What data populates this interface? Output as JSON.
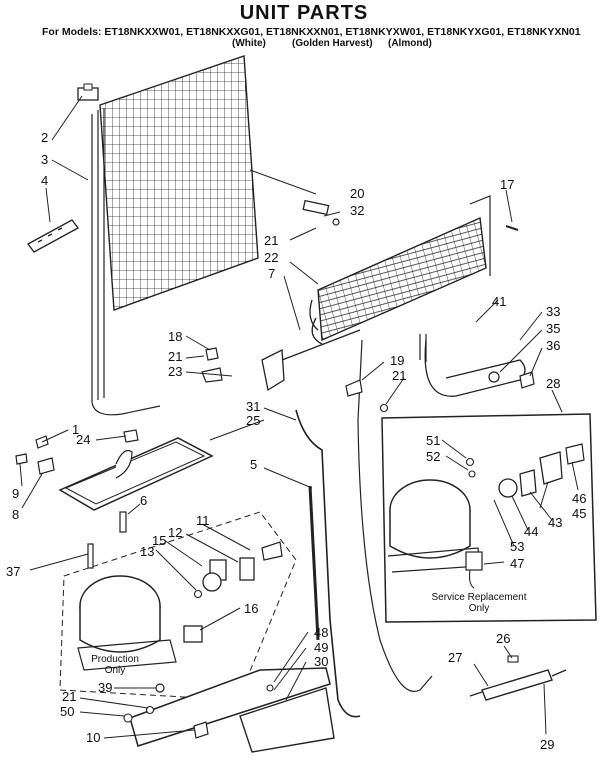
{
  "header": {
    "title": "UNIT PARTS",
    "models_line": "For Models: ET18NKXXW01, ET18NKXXG01, ET18NKXXN01, ET18NKYXW01, ET18NKYXG01, ET18NKYXN01",
    "color_labels": [
      "(White)",
      "(Golden Harvest)",
      "(Almond)"
    ]
  },
  "notes": {
    "service_replacement_line1": "Service Replacement",
    "service_replacement_line2": "Only",
    "production_line1": "Production",
    "production_line2": "Only"
  },
  "callouts": [
    "2",
    "3",
    "4",
    "20",
    "32",
    "17",
    "21",
    "22",
    "7",
    "41",
    "33",
    "35",
    "36",
    "18",
    "21",
    "23",
    "19",
    "21",
    "28",
    "31",
    "25",
    "1",
    "24",
    "51",
    "52",
    "46",
    "9",
    "8",
    "6",
    "5",
    "11",
    "12",
    "45",
    "43",
    "44",
    "53",
    "47",
    "15",
    "13",
    "37",
    "16",
    "26",
    "48",
    "49",
    "30",
    "27",
    "21",
    "39",
    "50",
    "10",
    "29"
  ]
}
